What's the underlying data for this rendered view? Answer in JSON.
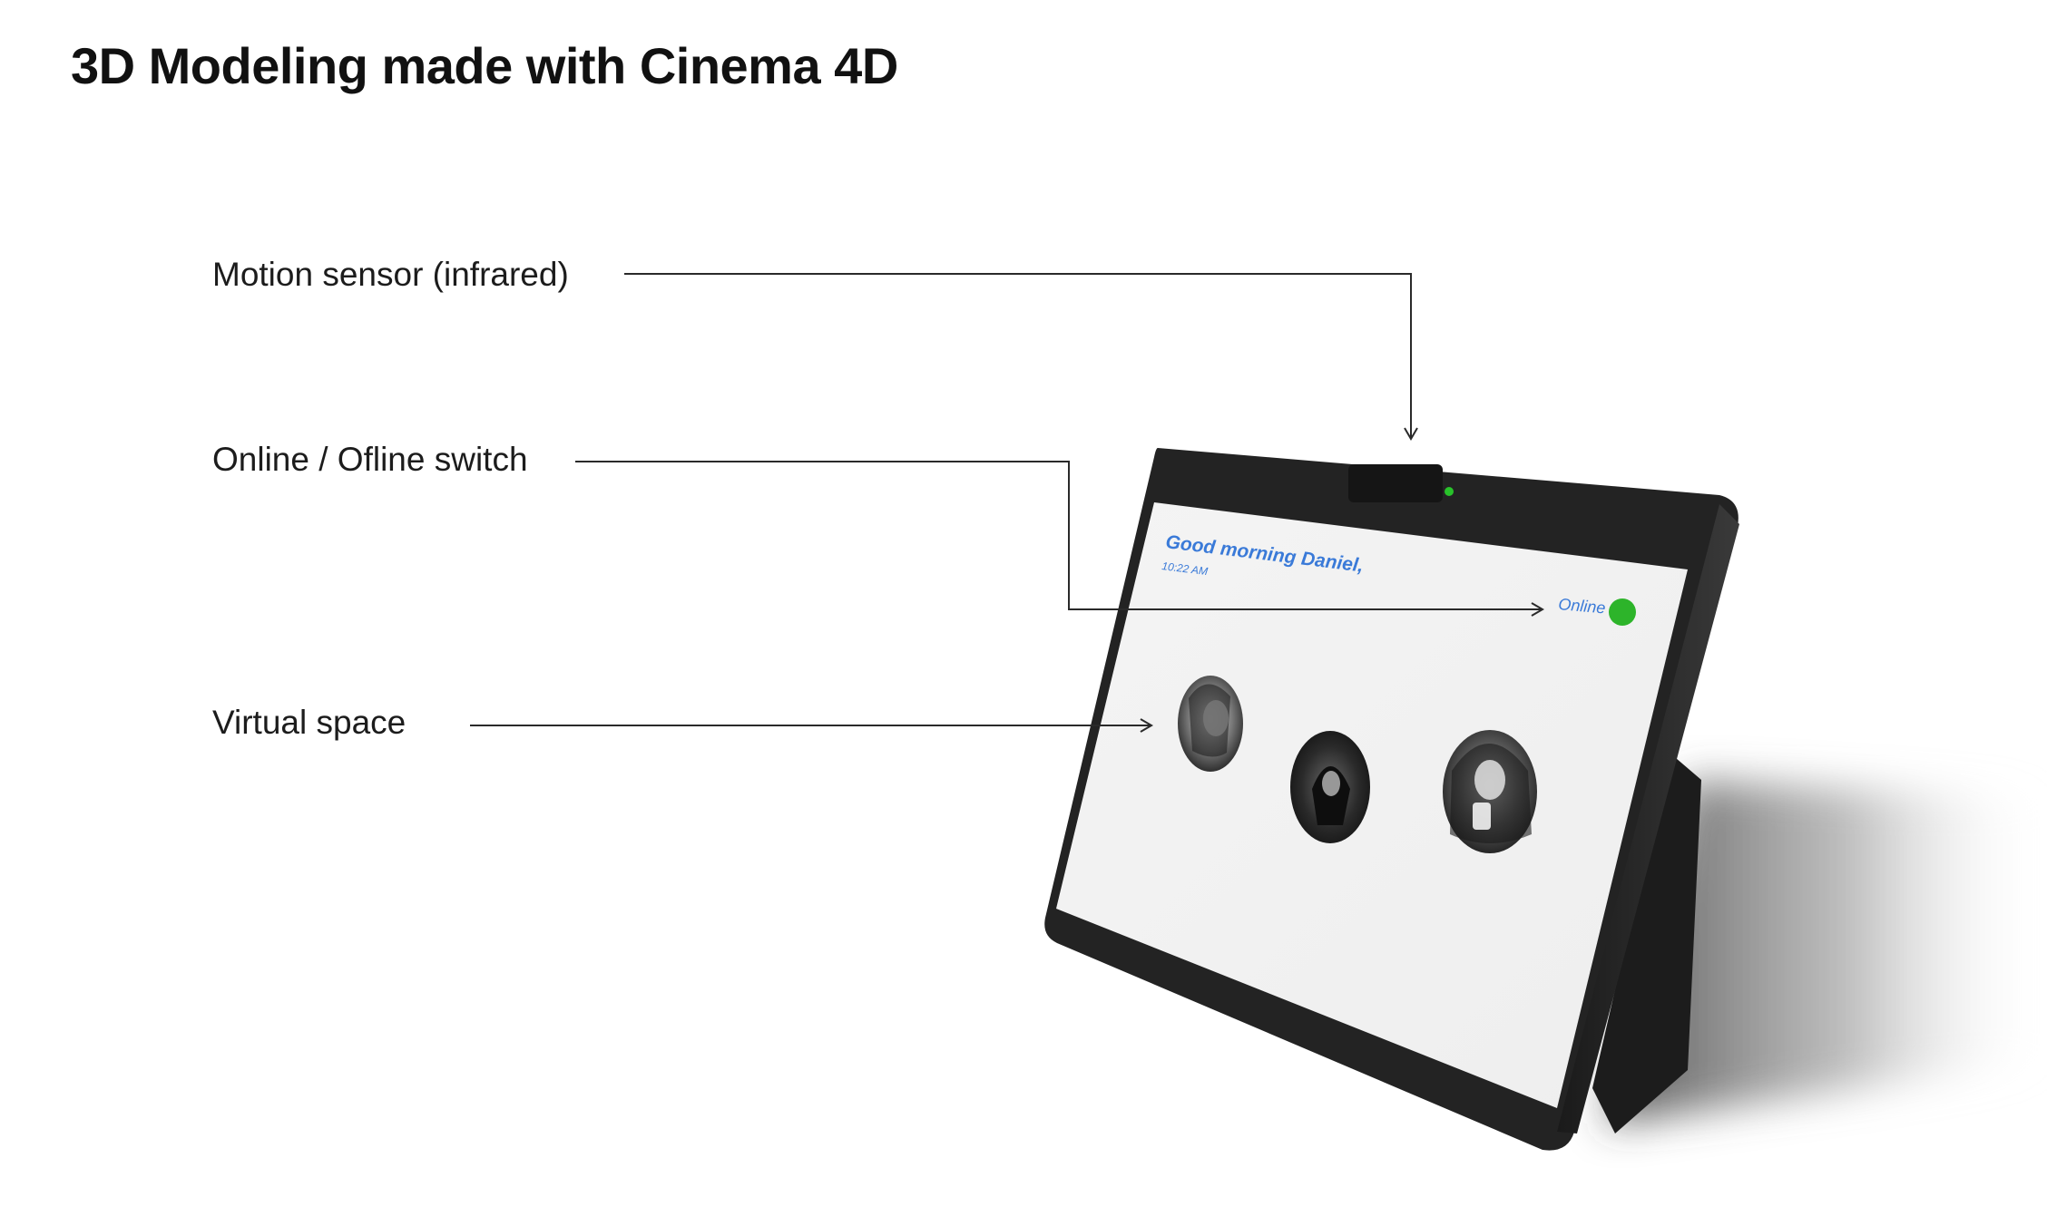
{
  "title": "3D Modeling made with Cinema 4D",
  "callouts": {
    "motion_sensor": "Motion sensor (infrared)",
    "online_switch": "Online / Ofline switch",
    "virtual_space": "Virtual space"
  },
  "device_screen": {
    "greeting": "Good morning Daniel,",
    "time": "10:22 AM",
    "status_label": "Online",
    "status_color": "#2db42a",
    "greeting_color": "#3a7ad8",
    "avatars": [
      "avatar-person-1",
      "avatar-person-2",
      "avatar-person-3"
    ]
  }
}
